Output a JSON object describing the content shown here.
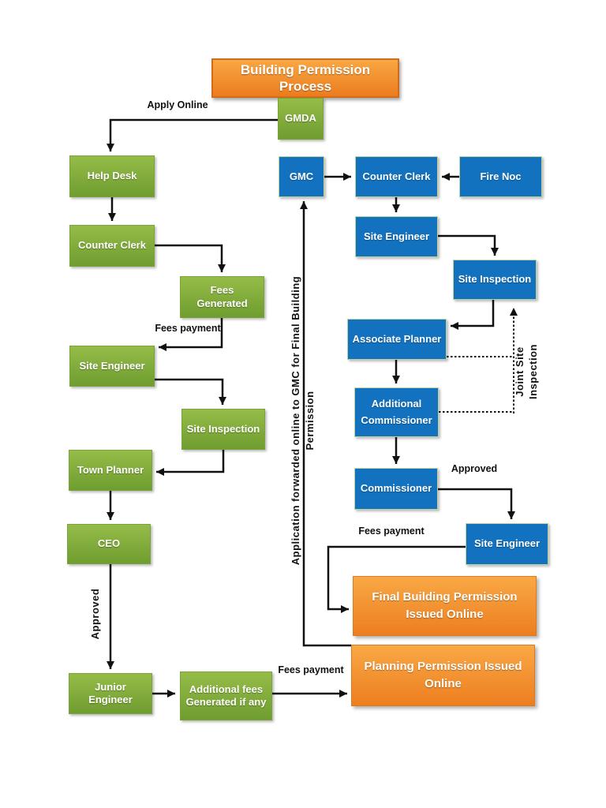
{
  "diagram": {
    "title": "Building Permission Process",
    "nodes": {
      "gmda": {
        "label": "GMDA"
      },
      "help_desk": {
        "label": "Help Desk"
      },
      "counter_clerk_left": {
        "label": "Counter Clerk"
      },
      "fees_generated": {
        "label": "Fees Generated"
      },
      "site_engineer_left": {
        "label": "Site Engineer"
      },
      "site_inspection_left": {
        "label": "Site Inspection"
      },
      "town_planner": {
        "label": "Town Planner"
      },
      "ceo": {
        "label": "CEO"
      },
      "junior_engineer": {
        "label": "Junior Engineer"
      },
      "additional_fees": {
        "label": "Additional fees Generated if any"
      },
      "gmc": {
        "label": "GMC"
      },
      "counter_clerk_right": {
        "label": "Counter Clerk"
      },
      "fire_noc": {
        "label": "Fire Noc"
      },
      "site_engineer_right_top": {
        "label": "Site Engineer"
      },
      "site_inspection_right": {
        "label": "Site Inspection"
      },
      "associate_planner": {
        "label": "Associate Planner"
      },
      "additional_commissioner": {
        "label": "Additional Commissioner"
      },
      "commissioner": {
        "label": "Commissioner"
      },
      "site_engineer_right_bottom": {
        "label": "Site Engineer"
      },
      "final_building_permission": {
        "label": "Final Building Permission Issued Online"
      },
      "planning_permission": {
        "label": "Planning Permission Issued Online"
      }
    },
    "edge_labels": {
      "apply_online": "Apply Online",
      "fees_payment_top": "Fees payment",
      "approved_left": "Approved",
      "fees_payment_bottom": "Fees payment",
      "application_forwarded_line1": "Application forwarded online to GMC for Final Building",
      "application_forwarded_line2": "Permission",
      "joint_site_line1": "Joint Site",
      "joint_site_line2": "Inspection",
      "approved_right": "Approved",
      "fees_payment_right": "Fees payment"
    },
    "colors": {
      "green": "#7ba339",
      "blue": "#1272bf",
      "orange": "#ee8323",
      "arrow": "#111111"
    }
  }
}
